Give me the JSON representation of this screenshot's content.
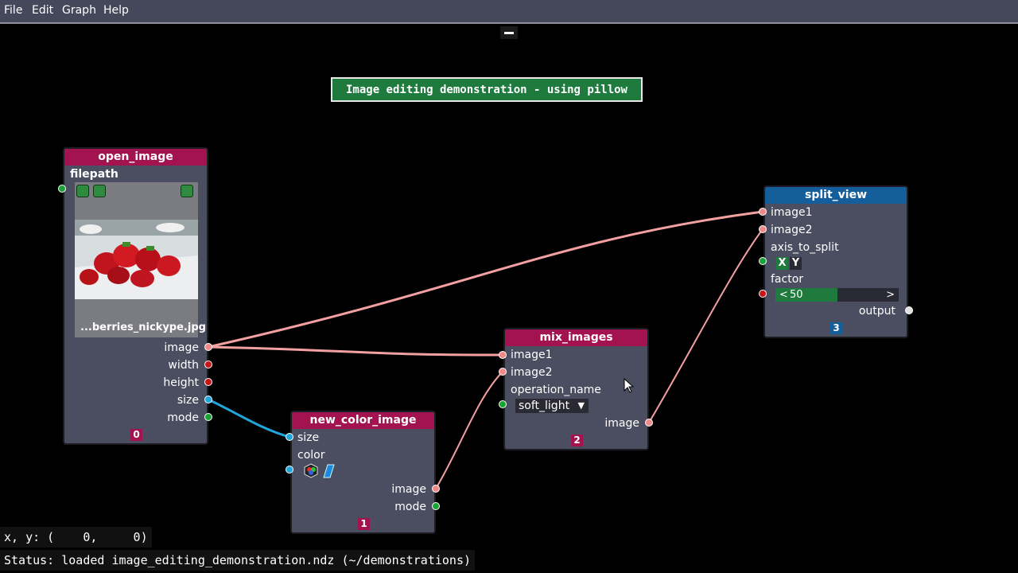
{
  "menu": {
    "file": "File",
    "edit": "Edit",
    "graph": "Graph",
    "help": "Help"
  },
  "banner_text": "Image editing demonstration - using pillow",
  "nodes": {
    "open_image": {
      "title": "open_image",
      "filepath_label": "filepath",
      "filename": "...berries_nickype.jpg",
      "outputs": [
        "image",
        "width",
        "height",
        "size",
        "mode"
      ],
      "index": "0"
    },
    "new_color_image": {
      "title": "new_color_image",
      "inputs": [
        "size",
        "color"
      ],
      "outputs": [
        "image",
        "mode"
      ],
      "index": "1"
    },
    "mix_images": {
      "title": "mix_images",
      "inputs": [
        "image1",
        "image2",
        "operation_name"
      ],
      "operation_value": "soft_light",
      "output": "image",
      "index": "2"
    },
    "split_view": {
      "title": "split_view",
      "inputs": [
        "image1",
        "image2",
        "axis_to_split",
        "factor"
      ],
      "axis_options": [
        "X",
        "Y"
      ],
      "axis_selected": "X",
      "factor_value": "50",
      "factor_fraction": 0.5,
      "slider_left": "<",
      "slider_right": ">",
      "output": "output",
      "index": "3"
    }
  },
  "coords_text": "x, y: (    0,     0)",
  "status_text": "Status: loaded image_editing_demonstration.ndz (~/demonstrations)",
  "colors": {
    "background": "#000000",
    "node_body": "#4b4d60",
    "title_red": "#a3134f",
    "title_blue": "#155e9c",
    "wire_image": "#f3a0a0",
    "wire_size": "#21a6dc",
    "banner": "#1f7a3e"
  }
}
